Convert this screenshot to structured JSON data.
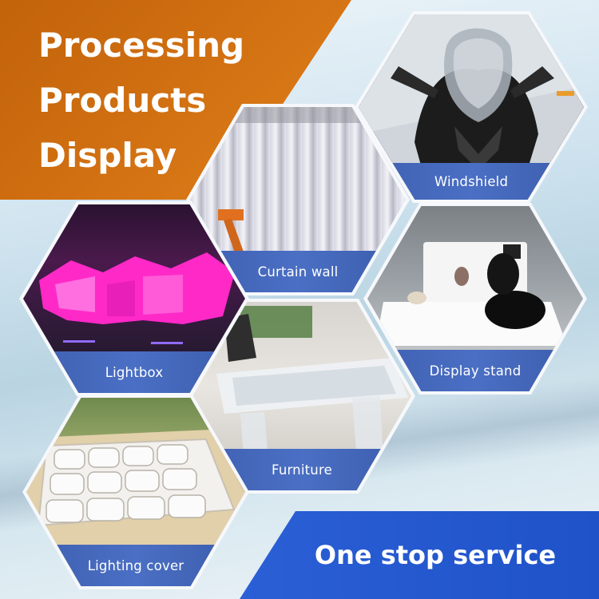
{
  "title": {
    "line1": "Processing",
    "line2": "Products",
    "line3": "Display"
  },
  "products": {
    "windshield": "Windshield",
    "curtain_wall": "Curtain wall",
    "lightbox": "Lightbox",
    "display_stand": "Display stand",
    "furniture": "Furniture",
    "lighting_cover": "Lighting cover"
  },
  "service": "One stop service",
  "colors": {
    "banner_orange": "#e07f1a",
    "label_blue": "#4a6fc4",
    "service_blue": "#2b5fd6"
  }
}
